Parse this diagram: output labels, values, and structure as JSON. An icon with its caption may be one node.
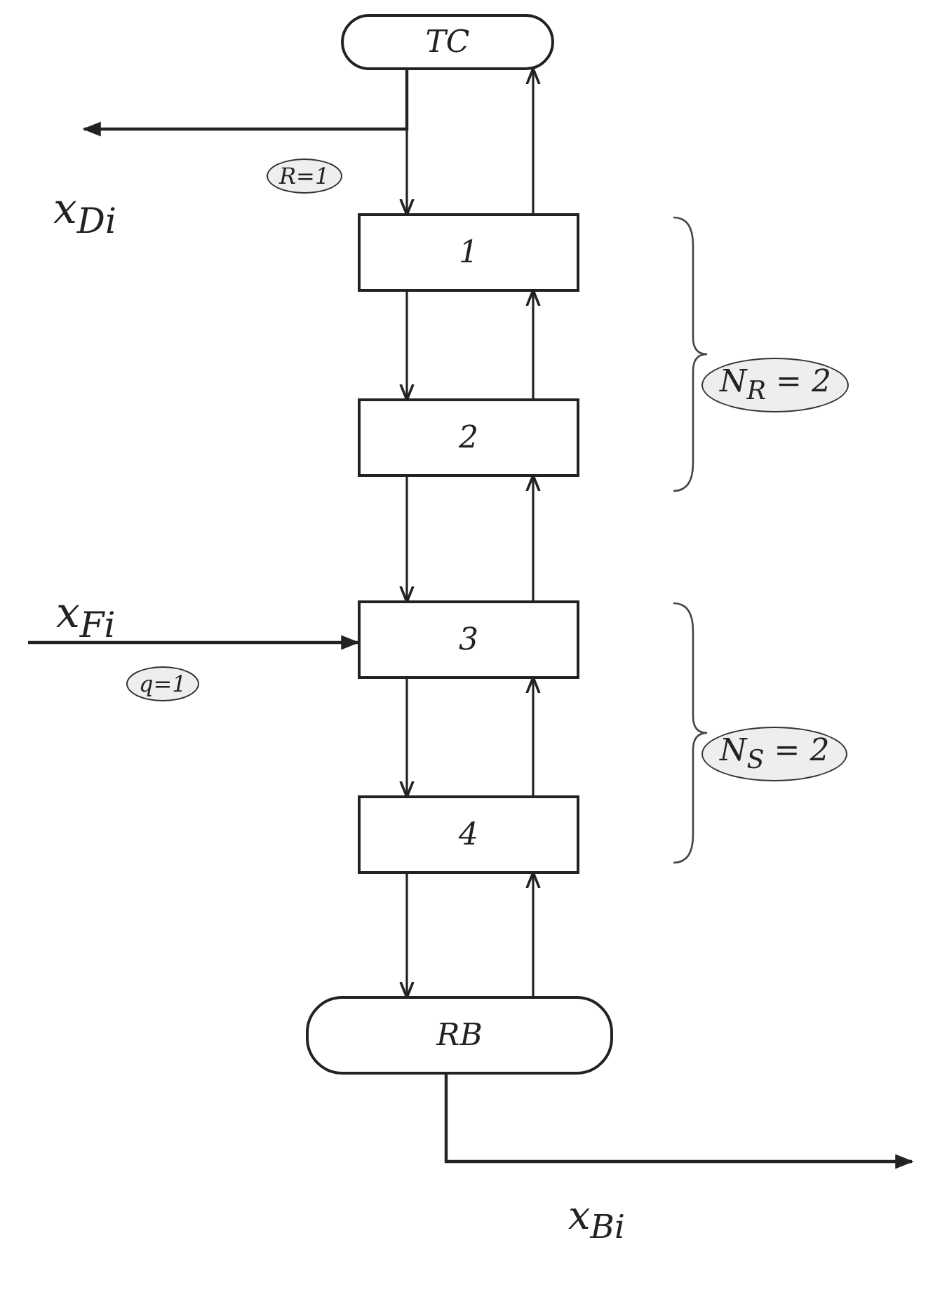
{
  "diagram": {
    "nodes": [
      {
        "text": [
          "TC"
        ]
      },
      {
        "text": [
          "1"
        ]
      },
      {
        "text": [
          "2"
        ]
      },
      {
        "text": [
          "3"
        ]
      },
      {
        "text": [
          "4"
        ]
      },
      {
        "text": [
          "RB"
        ]
      }
    ],
    "edges": [
      {
        "from": 0,
        "to": 1,
        "arrow": "to",
        "label": "R=1"
      },
      {
        "from": 1,
        "to": 0,
        "arrow": "to"
      },
      {
        "from": 1,
        "to": 2,
        "arrow": "to"
      },
      {
        "from": 2,
        "to": 1,
        "arrow": "to"
      },
      {
        "from": 2,
        "to": 3,
        "arrow": "to"
      },
      {
        "from": 3,
        "to": 2,
        "arrow": "to"
      },
      {
        "from": 3,
        "to": 4,
        "arrow": "to"
      },
      {
        "from": 4,
        "to": 3,
        "arrow": "to"
      },
      {
        "from": 4,
        "to": 5,
        "arrow": "to"
      },
      {
        "from": 5,
        "to": 4,
        "arrow": "to"
      },
      {
        "from": 0,
        "to": null,
        "arrow": "to"
      },
      {
        "from": null,
        "to": 3,
        "arrow": "to",
        "label": "q=1"
      },
      {
        "from": 5,
        "to": null,
        "arrow": "to"
      }
    ],
    "labels": [
      "x$_{Di}$",
      "N$_{R}$ = 2",
      "x$_{Fi}$",
      "N$_{S}$ = 2",
      "x$_{Bi}$"
    ]
  }
}
